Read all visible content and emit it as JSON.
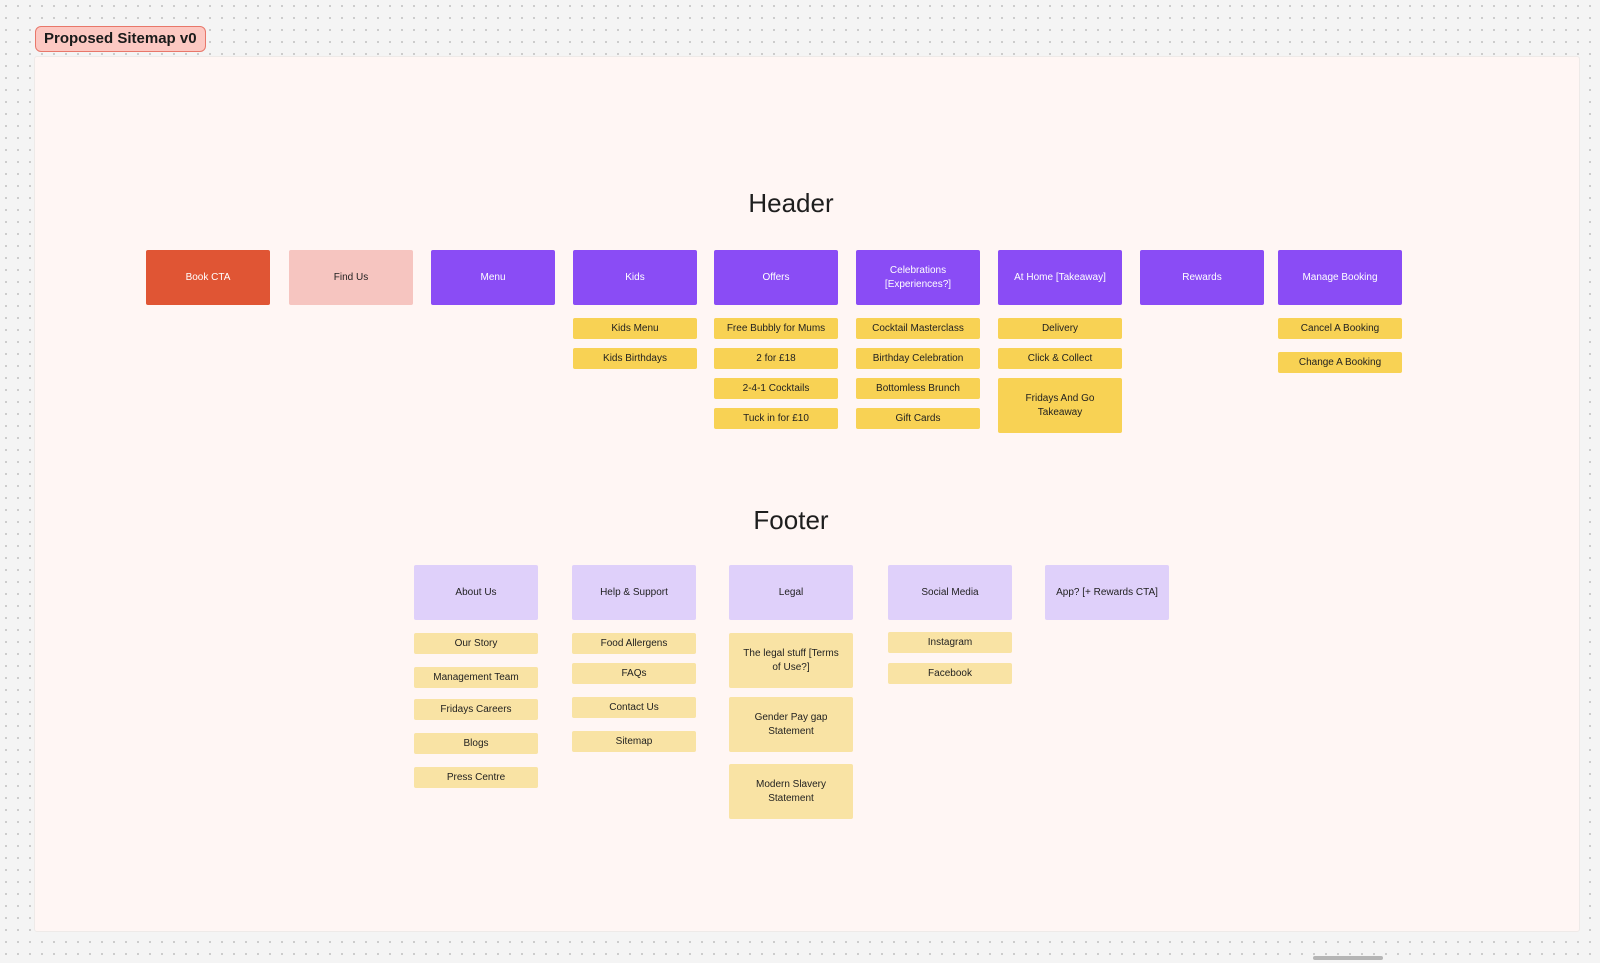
{
  "frame_label": "Proposed Sitemap v0",
  "header": {
    "title": "Header",
    "book": "Book CTA",
    "find": "Find Us",
    "menu": "Menu",
    "kids": {
      "label": "Kids",
      "items": [
        "Kids Menu",
        "Kids Birthdays"
      ]
    },
    "offers": {
      "label": "Offers",
      "items": [
        "Free Bubbly for Mums",
        "2 for £18",
        "2-4-1 Cocktails",
        "Tuck in for £10"
      ]
    },
    "celebrations": {
      "label": "Celebrations [Experiences?]",
      "items": [
        "Cocktail Masterclass",
        "Birthday Celebration",
        "Bottomless Brunch",
        "Gift Cards"
      ]
    },
    "athome": {
      "label": "At Home [Takeaway]",
      "items": [
        "Delivery",
        "Click & Collect",
        "Fridays And Go Takeaway"
      ]
    },
    "rewards": "Rewards",
    "manage": {
      "label": "Manage Booking",
      "items": [
        "Cancel A Booking",
        "Change A Booking"
      ]
    }
  },
  "footer": {
    "title": "Footer",
    "about": {
      "label": "About Us",
      "items": [
        "Our Story",
        "Management Team",
        "Fridays Careers",
        "Blogs",
        "Press Centre"
      ]
    },
    "help": {
      "label": "Help & Support",
      "items": [
        "Food Allergens",
        "FAQs",
        "Contact Us",
        "Sitemap"
      ]
    },
    "legal": {
      "label": "Legal",
      "items": [
        "The legal stuff [Terms of Use?]",
        "Gender Pay gap Statement",
        "Modern Slavery Statement"
      ]
    },
    "social": {
      "label": "Social Media",
      "items": [
        "Instagram",
        "Facebook"
      ]
    },
    "app": "App? [+ Rewards CTA]"
  },
  "colors": {
    "book_cta": "#e05534",
    "find_us": "#f6c5c0",
    "header_nav": "#8a4cf5",
    "header_sub": "#f8d254",
    "footer_nav": "#dfd0fa",
    "footer_sub": "#f9e3a4"
  }
}
